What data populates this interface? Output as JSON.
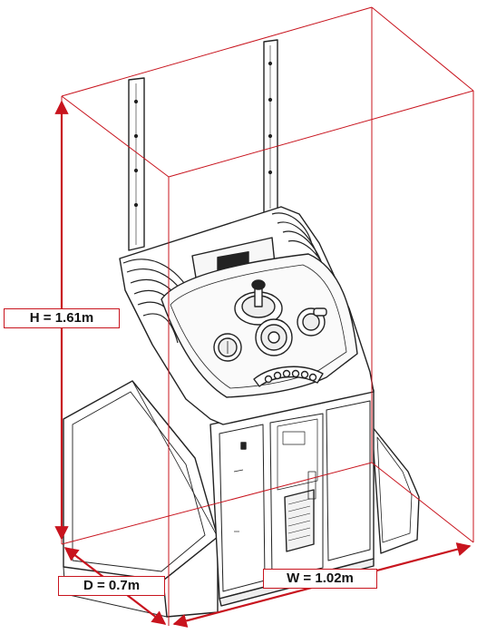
{
  "diagram": {
    "dimensions": {
      "height_label": "H = 1.61m",
      "depth_label": "D = 0.7m",
      "width_label": "W = 1.02m"
    },
    "colors": {
      "dimension_line": "#c8141e",
      "machine_outline": "#222222",
      "background": "#ffffff"
    }
  }
}
